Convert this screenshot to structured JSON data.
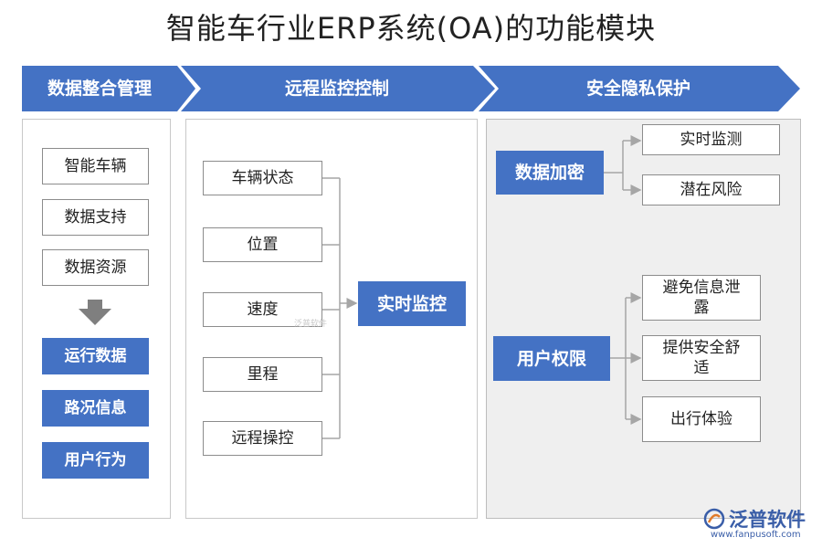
{
  "title": "智能车行业ERP系统(OA)的功能模块",
  "headers": [
    "数据整合管理",
    "远程监控控制",
    "安全隐私保护"
  ],
  "column1": {
    "sources": [
      "智能车辆",
      "数据支持",
      "数据资源"
    ],
    "outputs": [
      "运行数据",
      "路况信息",
      "用户行为"
    ]
  },
  "column2": {
    "inputs": [
      "车辆状态",
      "位置",
      "速度",
      "里程",
      "远程操控"
    ],
    "target": "实时监控",
    "watermark": "泛普软件"
  },
  "column3": {
    "group1": {
      "label": "数据加密",
      "items": [
        "实时监测",
        "潜在风险"
      ]
    },
    "group2": {
      "label": "用户权限",
      "items": [
        "避免信息泄露",
        "提供安全舒适",
        "出行体验"
      ]
    }
  },
  "logo": {
    "name": "泛普软件",
    "url": "www.fanpusoft.com"
  },
  "colors": {
    "blue": "#4472c4",
    "panel_gray": "#efefef",
    "line": "#a6a6a6"
  }
}
